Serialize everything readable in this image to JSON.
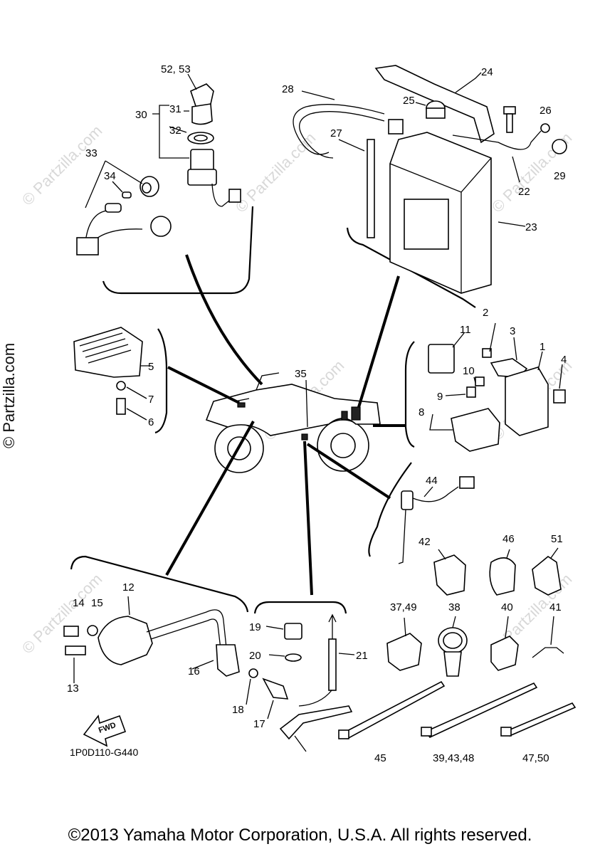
{
  "diagram_code": "1P0D110-G440",
  "copyright": "©2013 Yamaha Motor Corporation, U.S.A. All rights reserved.",
  "watermark": "© Partzilla.com",
  "fwd_label": "FWD",
  "callouts": {
    "c1": "1",
    "c2": "2",
    "c3": "3",
    "c4": "4",
    "c5": "5",
    "c6": "6",
    "c7": "7",
    "c8": "8",
    "c9": "9",
    "c10": "10",
    "c11": "11",
    "c12": "12",
    "c13": "13",
    "c14": "14",
    "c15": "15",
    "c16": "16",
    "c17": "17",
    "c18": "18",
    "c19": "19",
    "c20": "20",
    "c21": "21",
    "c22": "22",
    "c23": "23",
    "c24": "24",
    "c25": "25",
    "c26": "26",
    "c27": "27",
    "c28": "28",
    "c29": "29",
    "c30": "30",
    "c31": "31",
    "c32": "32",
    "c33": "33",
    "c34": "34",
    "c35": "35",
    "c3749": "37,49",
    "c38": "38",
    "c394348": "39,43,48",
    "c40": "40",
    "c41": "41",
    "c42": "42",
    "c44": "44",
    "c45": "45",
    "c46": "46",
    "c4750": "47,50",
    "c51": "51",
    "c5253": "52, 53"
  }
}
